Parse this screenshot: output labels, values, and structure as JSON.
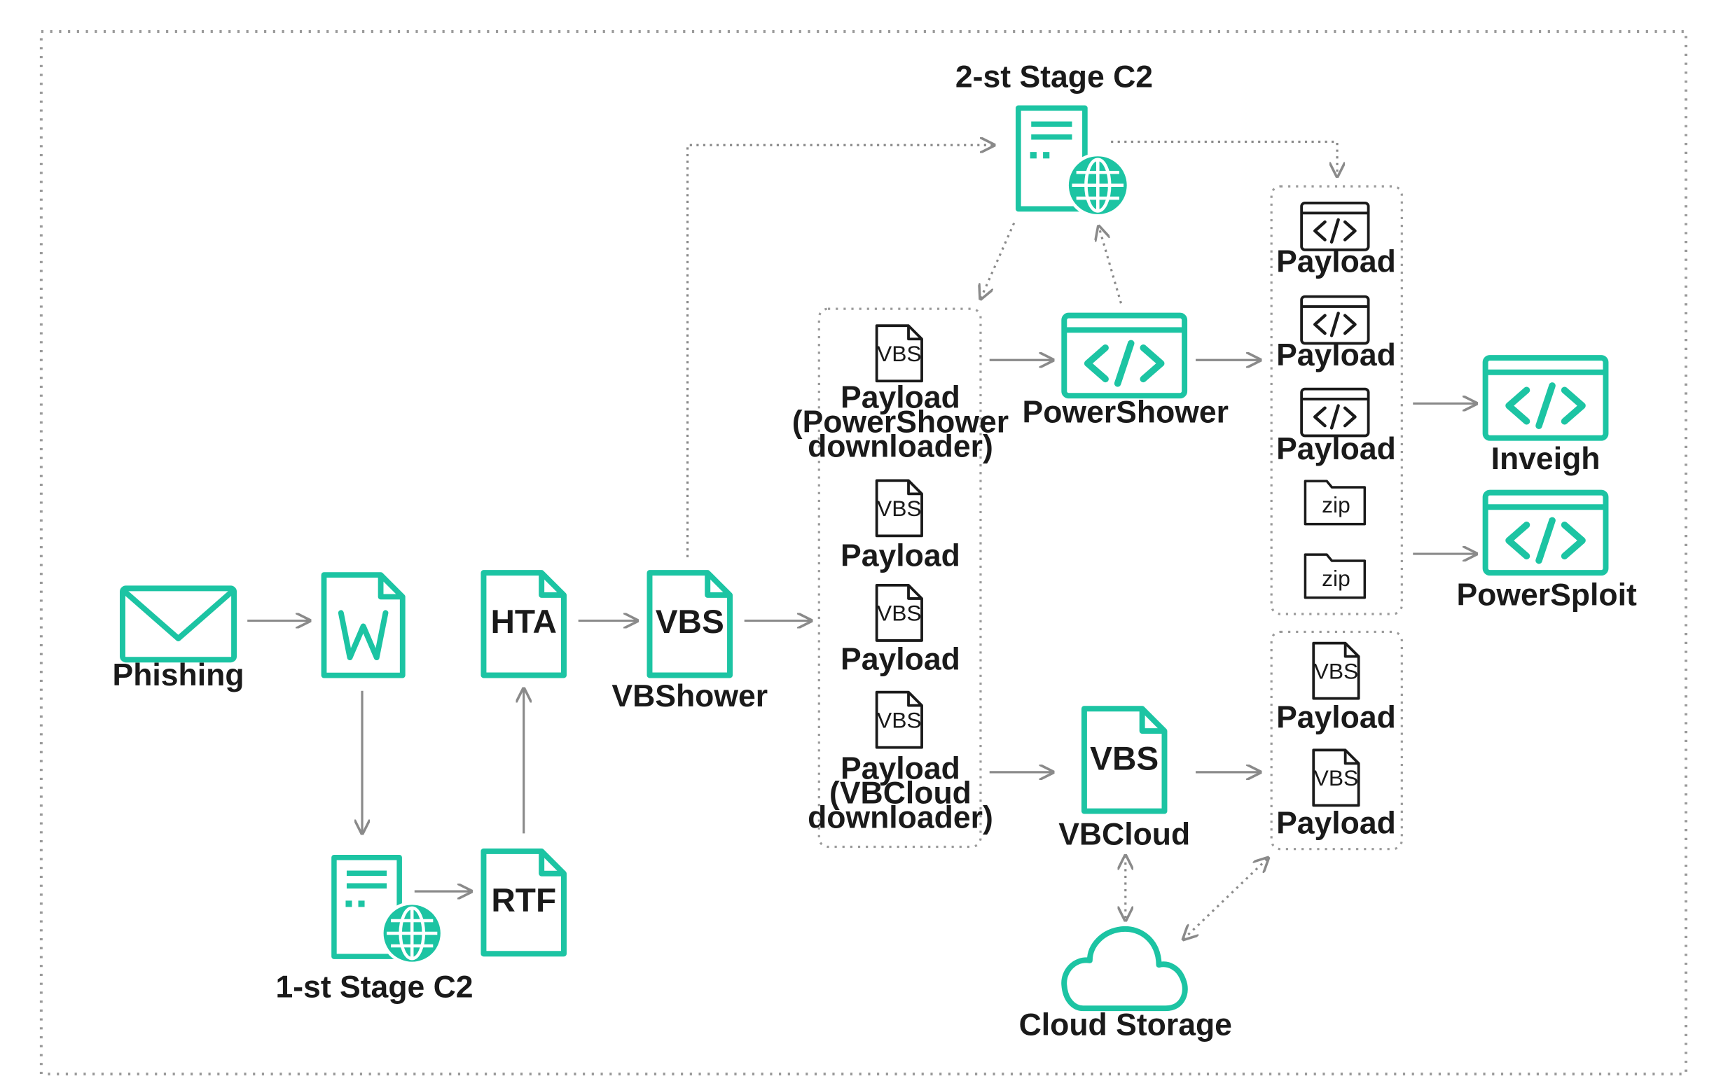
{
  "colors": {
    "accent": "#1cc4a3",
    "line": "#8a8a8a",
    "text": "#1a1a1a",
    "border": "#9a9a9a"
  },
  "labels": {
    "phishing": "Phishing",
    "c2_stage1": "1-st Stage C2",
    "c2_stage2": "2-st Stage C2",
    "hta": "HTA",
    "rtf": "RTF",
    "vbs": "VBS",
    "vbshower": "VBShower",
    "powershower": "PowerShower",
    "vbcloud": "VBCloud",
    "cloud_storage": "Cloud Storage",
    "inveigh": "Inveigh",
    "powersploit": "PowerSploit"
  },
  "middle_group": {
    "items": [
      {
        "icon": "VBS",
        "label_lines": [
          "Payload",
          "(PowerShower",
          "downloader)"
        ]
      },
      {
        "icon": "VBS",
        "label_lines": [
          "Payload"
        ]
      },
      {
        "icon": "VBS",
        "label_lines": [
          "Payload"
        ]
      },
      {
        "icon": "VBS",
        "label_lines": [
          "Payload",
          "(VBCloud",
          "downloader)"
        ]
      }
    ]
  },
  "right_group_top": {
    "items": [
      {
        "icon": "code-window-icon",
        "label": "Payload"
      },
      {
        "icon": "code-window-icon",
        "label": "Payload"
      },
      {
        "icon": "code-window-icon",
        "label": "Payload"
      },
      {
        "icon": "zip-folder-icon",
        "label": "zip"
      },
      {
        "icon": "zip-folder-icon",
        "label": "zip"
      }
    ]
  },
  "right_group_bottom": {
    "items": [
      {
        "icon": "VBS",
        "label": "Payload"
      },
      {
        "icon": "VBS",
        "label": "Payload"
      }
    ]
  },
  "icons": {
    "phishing": "envelope-icon",
    "word": "word-document-icon",
    "c2": "server-globe-icon",
    "code": "code-window-icon",
    "cloud": "cloud-icon"
  }
}
